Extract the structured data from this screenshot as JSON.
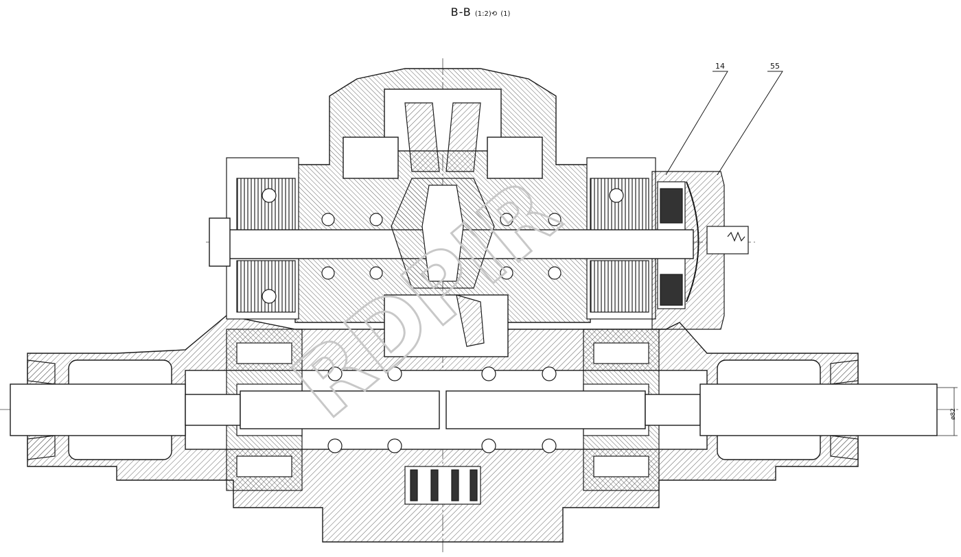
{
  "title": {
    "section": "B-B",
    "scale": "(1:2)",
    "sheet_ref": "(1)"
  },
  "callouts": [
    {
      "label": "14"
    },
    {
      "label": "55"
    }
  ],
  "dimension": {
    "label": "ø82"
  },
  "watermark": {
    "text": "RDPIR"
  },
  "colors": {
    "line": "#1a1a1a",
    "hatch": "#3a3a3a",
    "background": "#ffffff",
    "watermark": "#c8c8c8"
  }
}
